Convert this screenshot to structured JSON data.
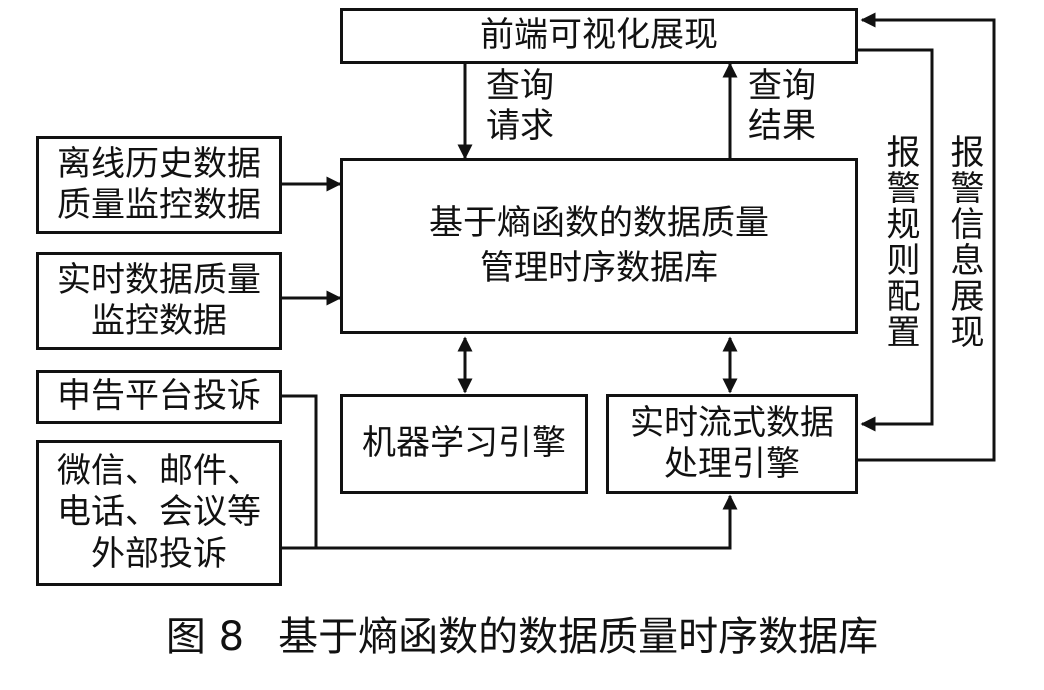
{
  "nodes": {
    "frontend": "前端可视化展现",
    "offline": [
      "离线历史数据",
      "质量监控数据"
    ],
    "realtime": [
      "实时数据质量",
      "监控数据"
    ],
    "tsdb": [
      "基于熵函数的数据质量",
      "管理时序数据库"
    ],
    "complaint_platform": "申告平台投诉",
    "external": [
      "微信、邮件、",
      "电话、会议等",
      "外部投诉"
    ],
    "ml_engine": "机器学习引擎",
    "stream_engine": [
      "实时流式数据",
      "处理引擎"
    ]
  },
  "edge_labels": {
    "query_request": [
      "查询",
      "请求"
    ],
    "query_result": [
      "查询",
      "结果"
    ],
    "alarm_rule_config": "报警规则配置",
    "alarm_info_display": "报警信息展现"
  },
  "caption": {
    "number": "图 8",
    "title": "基于熵函数的数据质量时序数据库"
  }
}
